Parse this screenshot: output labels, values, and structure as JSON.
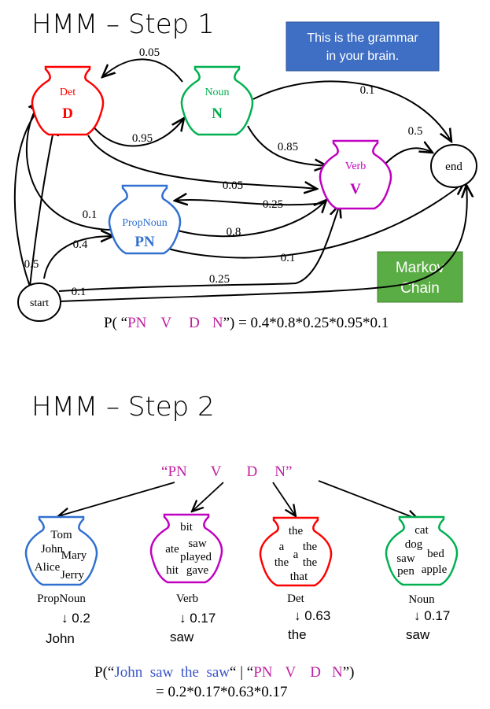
{
  "step1": {
    "title": "HMM – Step 1",
    "grammar_box": {
      "line1": "This is the grammar",
      "line2": "in your brain.",
      "color": "#3f6fc5"
    },
    "markov_box": {
      "line1": "Markov",
      "line2": "Chain",
      "color": "#5aac44"
    },
    "states": {
      "det": {
        "name": "Det",
        "abbr": "D",
        "color": "#ff0000"
      },
      "noun": {
        "name": "Noun",
        "abbr": "N",
        "color": "#00b050"
      },
      "verb": {
        "name": "Verb",
        "abbr": "V",
        "color": "#c000c0"
      },
      "propnoun": {
        "name": "PropNoun",
        "abbr": "PN",
        "color": "#3070d0"
      },
      "start": {
        "name": "start"
      },
      "end": {
        "name": "end"
      }
    },
    "edges": {
      "noun_det": "0.05",
      "det_noun": "0.95",
      "noun_end": "0.1",
      "verb_end": "0.5",
      "noun_verb": "0.85",
      "det_verb": "0.05",
      "verb_pn": "0.25",
      "pn_det": "0.1",
      "pn_verb": "0.8",
      "start_pn": "0.4",
      "start_det": "0.5",
      "pn_end": "0.1",
      "start_verb": "0.25",
      "start_end": "0.1"
    },
    "formula": {
      "prefix": "P( “",
      "seq": [
        "PN",
        "V",
        "D",
        "N"
      ],
      "suffix": "”) = 0.4*0.8*0.25*0.95*0.1"
    }
  },
  "step2": {
    "title": "HMM – Step 2",
    "sequence": {
      "open": "“",
      "tags": [
        "PN",
        "V",
        "D",
        "N"
      ],
      "close": "”",
      "color": "#c020a0"
    },
    "jars": [
      {
        "label": "PropNoun",
        "color": "#3070d0",
        "words": [
          "Tom",
          "John",
          "Mary",
          "Alice",
          "Jerry"
        ],
        "prob": "0.2",
        "emitted": "John"
      },
      {
        "label": "Verb",
        "color": "#c000c0",
        "words": [
          "bit",
          "ate",
          "saw",
          "played",
          "hit",
          "gave"
        ],
        "prob": "0.17",
        "emitted": "saw"
      },
      {
        "label": "Det",
        "color": "#ff0000",
        "words": [
          "the",
          "a",
          "the",
          "the",
          "a",
          "the",
          "that"
        ],
        "prob": "0.63",
        "emitted": "the"
      },
      {
        "label": "Noun",
        "color": "#00b050",
        "words": [
          "cat",
          "dog",
          "bed",
          "saw",
          "pen",
          "apple"
        ],
        "prob": "0.17",
        "emitted": "saw"
      }
    ],
    "formula": {
      "open": "P(“",
      "sentence": "John  saw  the  saw",
      "mid": "“ | “",
      "tags": [
        "PN",
        "V",
        "D",
        "N"
      ],
      "close": "”)",
      "line2": "= 0.2*0.17*0.63*0.17"
    }
  }
}
